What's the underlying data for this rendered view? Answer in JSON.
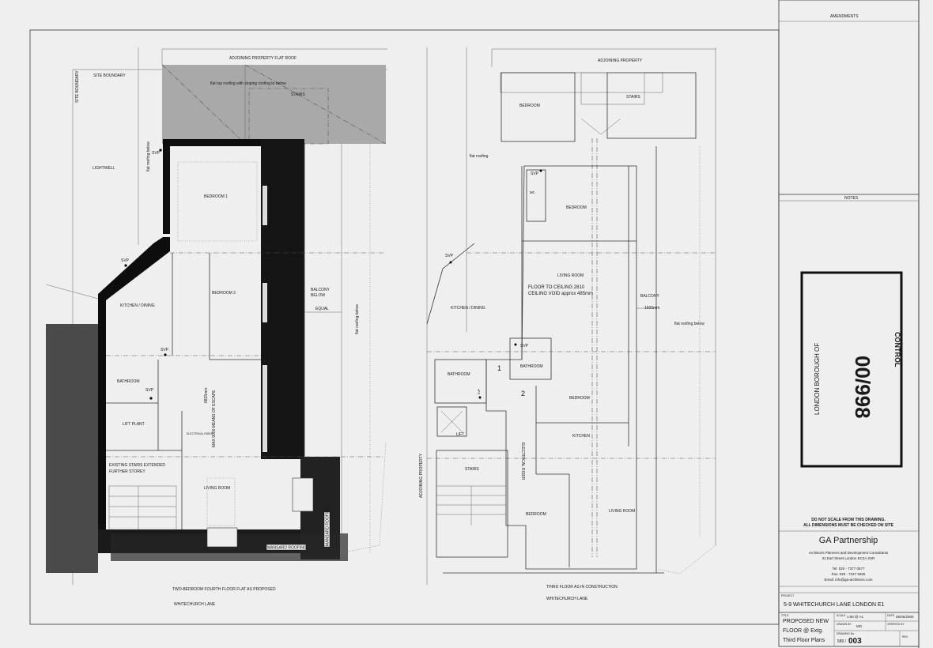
{
  "left_plan": {
    "adjoining_roof": "ADJOINING PROPERTY FLAT ROOF",
    "site_boundary": "SITE BOUNDARY",
    "site_boundary_vertical": "SITE BOUNDARY",
    "roof_note": "flat top roofing with sloping roofing to below",
    "stairs": "STAIRS",
    "flat_roofing_below_left": "flat roofing below",
    "svp": "SVP",
    "lightwell": "LIGHTWELL",
    "bedroom1": "BEDROOM 1",
    "kitchen_dining": "KITCHEN / DINING",
    "bedroom2": "BEDROOM 2",
    "balcony_1": "BALCONY",
    "balcony_2": "BELOW",
    "equal": "EQUAL",
    "flat_roofing_below_right": "flat roofing below",
    "bathroom": "BATHROOM",
    "lift_plant": "LIFT PLANT",
    "dimension": "8825mm",
    "escape": "MAX 9000 MEANS OF ESCAPE",
    "electrical_riser": "ELECTRICAL RISER",
    "existing_stairs_1": "EXISTING STAIRS EXTENDED",
    "existing_stairs_2": "FURTHER STOREY",
    "living_room": "LIVING ROOM",
    "mansard": "MANSARD ROOFING",
    "mansard_vertical": "MANSARD ROOFING",
    "caption": "TWO-BEDROOM FOURTH FLOOR FLAT AS PROPOSED",
    "street": "WHITECHURCH LANE"
  },
  "right_plan": {
    "adjoining": "ADJOINING PROPERTY",
    "bedroom_top": "BEDROOM",
    "stairs_top": "STAIRS",
    "flat_roofing": "flat roofing",
    "svp": "SVP",
    "wc": "wc",
    "bedroom_mid": "BEDROOM",
    "living_room_top": "LIVING ROOM",
    "floor_to_ceiling": "FLOOR TO CEILING 2810",
    "ceiling_void": "CEILING VOID approx 485mm",
    "balcony": "BALCONY",
    "balcony_dim": "1600mm",
    "kitchen_dining": "KITCHEN / DINING",
    "flat_roofing_below": "flat roofing below",
    "bathroom_1": "BATHROOM",
    "bathroom_2": "BATHROOM",
    "num1": "1",
    "num2": "2",
    "bedroom_lower": "BEDROOM",
    "electrical_riser": "ELECTRICAL RISER",
    "lift": "LIFT",
    "kitchen": "KITCHEN",
    "stairs": "STAIRS",
    "adjoining_vertical": "ADJOINING PROPERTY",
    "bedroom_bottom": "BEDROOM",
    "living_room_bottom": "LIVING ROOM",
    "caption": "THIRD FLOOR AS IN CONSTRUCTION",
    "street": "WHITECHURCH LANE"
  },
  "title_block": {
    "amendments": "AMENDMENTS",
    "notes": "NOTES",
    "stamp": {
      "authority": "LONDON BOROUGH OF",
      "control": "CONTROL",
      "number": "00/998"
    },
    "disclaimer_1": "DO NOT SCALE FROM THIS DRAWING.",
    "disclaimer_2": "ALL DIMENSIONS MUST BE CHECKED ON SITE",
    "firm": "GA Partnership",
    "firm_desc": "Architects Planners and Development Consultants",
    "address": "31 Earl Street  London EC2A 2HR",
    "tel": "Tel: 020 - 7377 0577",
    "fax": "Fax: 020 - 7247 9325",
    "email": "Email: info@ga-architects.com",
    "project_label": "PROJECT",
    "project": "5-9 WHITECHURCH LANE LONDON E1",
    "title_label": "TITLE",
    "title_1": "PROPOSED NEW",
    "title_2": "FLOOR @ Extg.",
    "title_3": "Third  Floor Plans",
    "scale_label": "SCALE",
    "scale": "1:50 @ A1",
    "date_label": "DATE",
    "date": "06/06/2000",
    "drawn_label": "DRAWN BY",
    "drawn": "MG",
    "verified_label": "VERIFIED BY",
    "drawing_no_label": "DRAWING No.",
    "drawing_prefix": "589 /",
    "drawing_no": "003",
    "rev_label": "REV"
  }
}
